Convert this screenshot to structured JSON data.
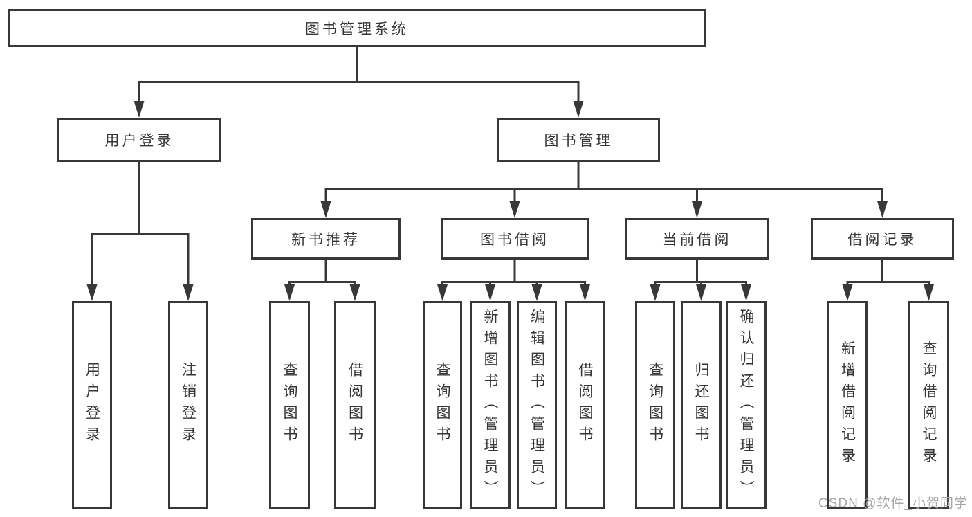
{
  "diagram_title": "图书管理系统",
  "nodes": {
    "root": {
      "label": "图书管理系统"
    },
    "user_login": {
      "label": "用户登录"
    },
    "book_mgmt": {
      "label": "图书管理"
    },
    "new_book_rec": {
      "label": "新书推荐"
    },
    "book_borrow": {
      "label": "图书借阅"
    },
    "current_borrow": {
      "label": "当前借阅"
    },
    "borrow_record": {
      "label": "借阅记录"
    },
    "user_login_leaf": {
      "label": "用户登录"
    },
    "logout_leaf": {
      "label": "注销登录"
    },
    "rec_query_book": {
      "label": "查询图书"
    },
    "rec_borrow_book": {
      "label": "借阅图书"
    },
    "bor_query_book": {
      "label": "查询图书"
    },
    "bor_add_book": {
      "label": "新增图书（管理员）"
    },
    "bor_edit_book": {
      "label": "编辑图书（管理员）"
    },
    "bor_borrow_book": {
      "label": "借阅图书"
    },
    "cur_query_book": {
      "label": "查询图书"
    },
    "cur_return_book": {
      "label": "归还图书"
    },
    "cur_confirm_return": {
      "label": "确认归还（管理员）"
    },
    "record_add_leaf": {
      "label": "新增借阅记录"
    },
    "record_query_leaf": {
      "label": "查询借阅记录"
    }
  },
  "watermark": "CSDN @软件_小贺同学",
  "colors": {
    "line": "#383838",
    "text": "#363636",
    "box_background": "#ffffff",
    "watermark": "#a6a6a6"
  }
}
